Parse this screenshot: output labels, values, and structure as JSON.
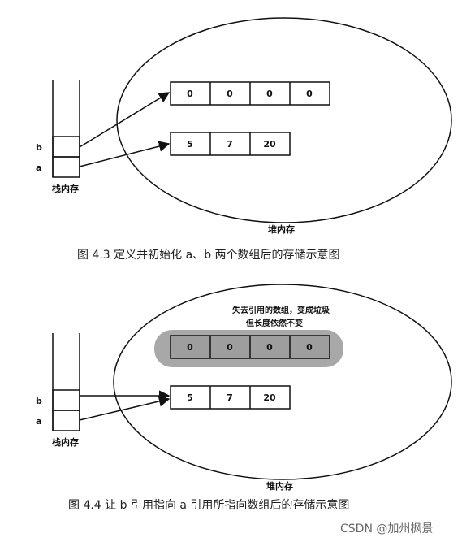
{
  "figure1": {
    "stack_vars": [
      "b",
      "a"
    ],
    "stack_label": "栈内存",
    "heap_label": "堆内存",
    "array1": [
      "0",
      "0",
      "0",
      "0"
    ],
    "array2": [
      "5",
      "7",
      "20"
    ],
    "caption": "图 4.3    定义并初始化 a、b 两个数组后的存储示意图"
  },
  "figure2": {
    "stack_vars": [
      "b",
      "a"
    ],
    "stack_label": "栈内存",
    "heap_label": "堆内存",
    "note_line1": "失去引用的数组，变成垃圾",
    "note_line2": "但长度依然不变",
    "array1": [
      "0",
      "0",
      "0",
      "0"
    ],
    "array2": [
      "5",
      "7",
      "20"
    ],
    "caption": "图 4.4    让 b 引用指向 a 引用所指向数组后的存储示意图"
  },
  "watermark": "CSDN @加州枫景"
}
